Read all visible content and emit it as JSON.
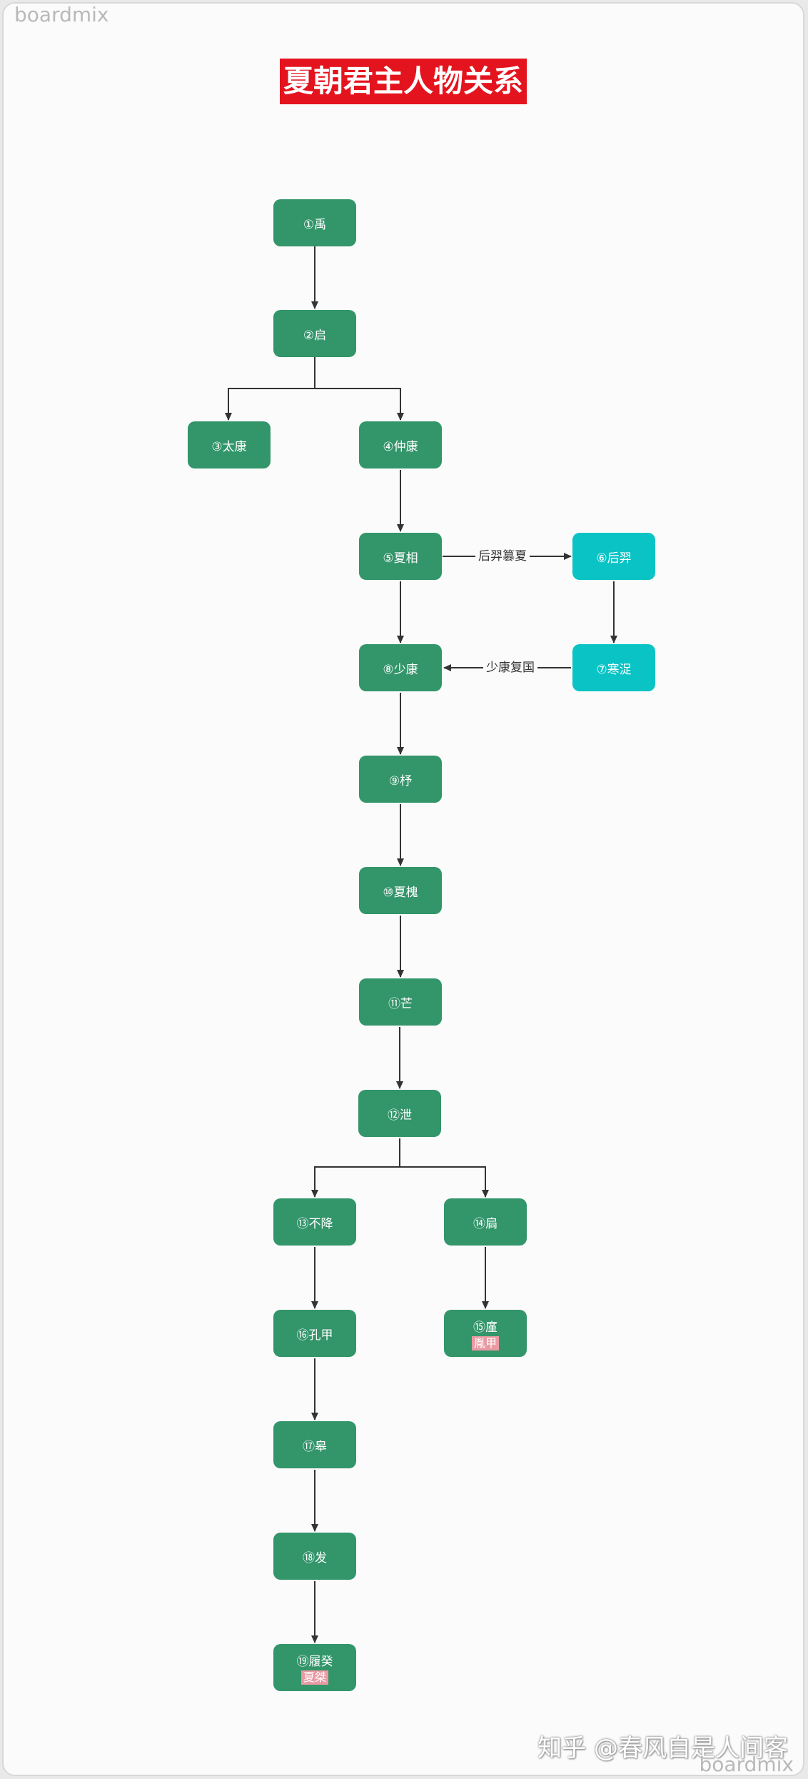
{
  "watermark_top": "boardmix",
  "watermark_bottom": "boardmix",
  "credit": "知乎 @春风自是人间客",
  "title": "夏朝君主人物关系",
  "colors": {
    "ruler": "#33956a",
    "usurper": "#0ac3c5",
    "title_bg": "#e4141e",
    "alias_bg": "#e99aa3"
  },
  "nodes": [
    {
      "id": "n1",
      "label": "①禹"
    },
    {
      "id": "n2",
      "label": "②启"
    },
    {
      "id": "n3",
      "label": "③太康"
    },
    {
      "id": "n4",
      "label": "④仲康"
    },
    {
      "id": "n5",
      "label": "⑤夏相"
    },
    {
      "id": "n6",
      "label": "⑥后羿"
    },
    {
      "id": "n7",
      "label": "⑦寒浞"
    },
    {
      "id": "n8",
      "label": "⑧少康"
    },
    {
      "id": "n9",
      "label": "⑨杼"
    },
    {
      "id": "n10",
      "label": "⑩夏槐"
    },
    {
      "id": "n11",
      "label": "⑪芒"
    },
    {
      "id": "n12",
      "label": "⑫泄"
    },
    {
      "id": "n13",
      "label": "⑬不降"
    },
    {
      "id": "n14",
      "label": "⑭扃"
    },
    {
      "id": "n15",
      "label": "⑮廑",
      "alias": "胤甲"
    },
    {
      "id": "n16",
      "label": "⑯孔甲"
    },
    {
      "id": "n17",
      "label": "⑰皋"
    },
    {
      "id": "n18",
      "label": "⑱发"
    },
    {
      "id": "n19",
      "label": "⑲履癸",
      "alias": "夏桀"
    }
  ],
  "edge_labels": {
    "usurp": "后羿篡夏",
    "restore": "少康复国"
  }
}
